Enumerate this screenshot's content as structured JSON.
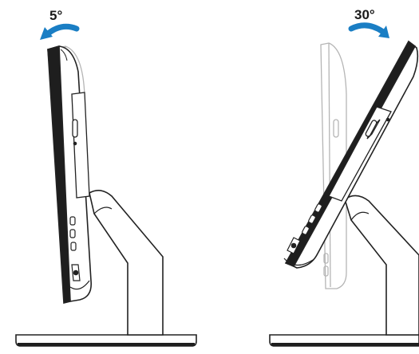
{
  "figures": [
    {
      "id": "tilt-back-5",
      "angle_label": "5°",
      "arrow_direction": "counter-clockwise",
      "arrow_color": "#1a7ec4"
    },
    {
      "id": "tilt-back-30",
      "angle_label": "30°",
      "arrow_direction": "clockwise",
      "arrow_color": "#1a7ec4"
    }
  ],
  "colors": {
    "outline": "#222222",
    "ghost_outline": "#b5b5b5",
    "body_fill": "#ffffff",
    "dark_fill": "#1e1e1e"
  }
}
